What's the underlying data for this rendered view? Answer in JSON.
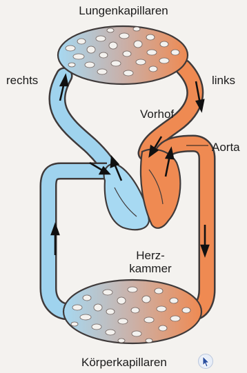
{
  "labels": {
    "lung_capillaries": "Lungenkapillaren",
    "right": "rechts",
    "left": "links",
    "atrium": "Vorhof",
    "aorta": "Aorta",
    "ventricle_line1": "Herz-",
    "ventricle_line2": "kammer",
    "body_capillaries": "Körperkapillaren"
  },
  "colors": {
    "deoxygenated_blood": "#9fd3ee",
    "oxygenated_blood": "#ef8a52",
    "outline": "#3f3a3a",
    "arrow": "#111111",
    "background": "#f4f2ef"
  },
  "icons": {
    "cursor": "cursor-icon"
  }
}
